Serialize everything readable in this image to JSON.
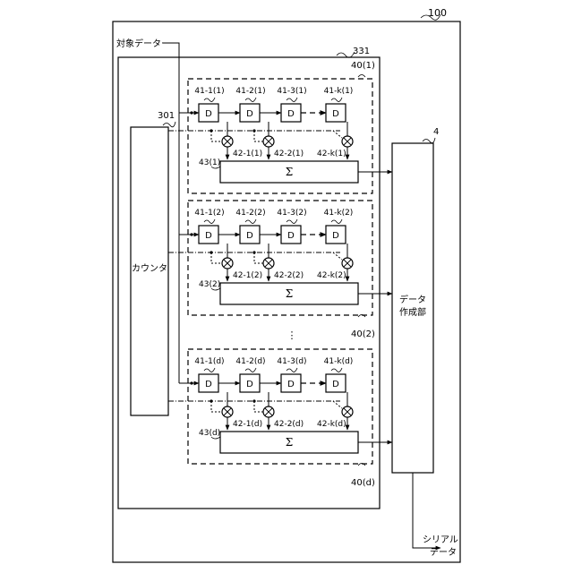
{
  "refs": {
    "system": "100",
    "circuit": "331",
    "counter": "301",
    "data_unit": "4"
  },
  "labels": {
    "input": "対象データー",
    "counter": "カウンタ",
    "data_unit_line1": "データ",
    "data_unit_line2": "作成部",
    "output_line1": "シリアル",
    "output_line2": "データ",
    "delay": "D",
    "sum": "Σ",
    "vdots": "⋮"
  },
  "stages": [
    {
      "label": "40(1)",
      "label_position": "top",
      "delays": [
        "41-1(1)",
        "41-2(1)",
        "41-3(1)",
        "41-k(1)"
      ],
      "multipliers": [
        "42-1(1)",
        "42-2(1)",
        "42-k(1)"
      ],
      "adder": "43(1)"
    },
    {
      "label": "40(2)",
      "label_position": "bottom",
      "delays": [
        "41-1(2)",
        "41-2(2)",
        "41-3(2)",
        "41-k(2)"
      ],
      "multipliers": [
        "42-1(2)",
        "42-2(2)",
        "42-k(2)"
      ],
      "adder": "43(2)"
    },
    {
      "label": "40(d)",
      "label_position": "bottom",
      "delays": [
        "41-1(d)",
        "41-2(d)",
        "41-3(d)",
        "41-k(d)"
      ],
      "multipliers": [
        "42-1(d)",
        "42-2(d)",
        "42-k(d)"
      ],
      "adder": "43(d)"
    }
  ]
}
